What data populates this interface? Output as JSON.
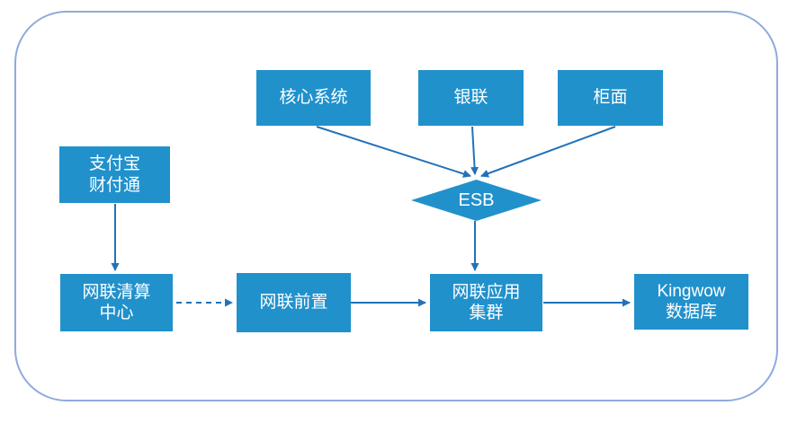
{
  "diagram": {
    "colors": {
      "node_fill": "#2191CC",
      "node_text": "#FFFFFF",
      "connector": "#2272B8",
      "frame_border": "#8FAADC",
      "background": "#FFFFFF"
    },
    "nodes": {
      "core_system": {
        "label": "核心系统"
      },
      "unionpay": {
        "label": "银联"
      },
      "counter": {
        "label": "柜面"
      },
      "esb": {
        "label": "ESB"
      },
      "alipay_tenpay": {
        "label": "支付宝\n财付通"
      },
      "netsunion_clearing_center": {
        "label": "网联清算\n中心"
      },
      "netsunion_front": {
        "label": "网联前置"
      },
      "netsunion_app_cluster": {
        "label": "网联应用\n集群"
      },
      "kingwow_database": {
        "label": "Kingwow\n数据库"
      }
    },
    "edges": [
      {
        "from": "core_system",
        "to": "esb",
        "style": "solid",
        "arrow": "end"
      },
      {
        "from": "unionpay",
        "to": "esb",
        "style": "solid",
        "arrow": "end"
      },
      {
        "from": "counter",
        "to": "esb",
        "style": "solid",
        "arrow": "end"
      },
      {
        "from": "esb",
        "to": "netsunion_app_cluster",
        "style": "solid",
        "arrow": "end"
      },
      {
        "from": "alipay_tenpay",
        "to": "netsunion_clearing_center",
        "style": "solid",
        "arrow": "end"
      },
      {
        "from": "netsunion_clearing_center",
        "to": "netsunion_front",
        "style": "dashed",
        "arrow": "end"
      },
      {
        "from": "netsunion_front",
        "to": "netsunion_app_cluster",
        "style": "solid",
        "arrow": "end"
      },
      {
        "from": "netsunion_app_cluster",
        "to": "kingwow_database",
        "style": "solid",
        "arrow": "end"
      }
    ]
  }
}
